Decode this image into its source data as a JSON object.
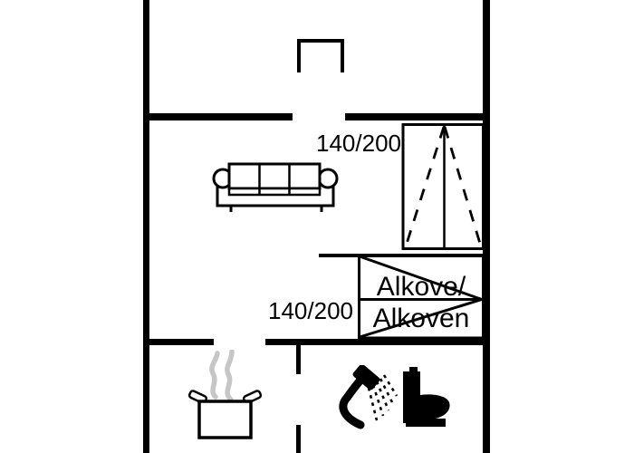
{
  "floor_plan": {
    "labels": {
      "bed_size": "140/200",
      "alcove_size": "140/200",
      "alcove_name_line1": "Alkove/",
      "alcove_name_line2": "Alkoven"
    },
    "icons": [
      "sofa-icon",
      "double-bed-icon",
      "alcove-bed-icon",
      "chimney-icon",
      "cooking-pot-icon",
      "steam-icon",
      "shower-icon",
      "toilet-icon"
    ],
    "colors": {
      "line": "#000000",
      "background": "#ffffff",
      "steam": "#c6c6c6"
    }
  }
}
